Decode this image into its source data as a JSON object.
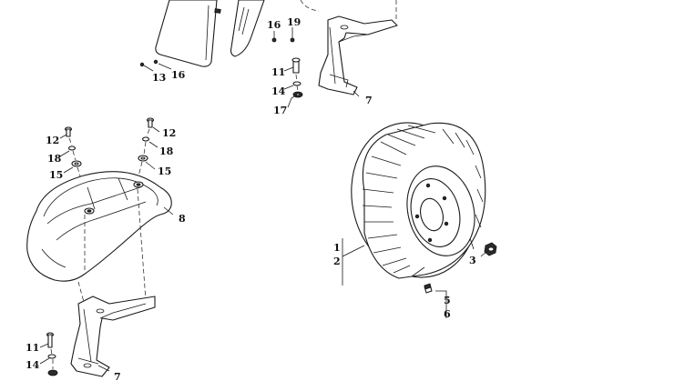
{
  "diagram": {
    "callouts": {
      "c1": "1",
      "c2": "2",
      "c3": "3",
      "c5": "5",
      "c6": "6",
      "c7_top": "7",
      "c7_bottom": "7",
      "c8": "8",
      "c11_top": "11",
      "c11_bottom": "11",
      "c12_left": "12",
      "c12_right": "12",
      "c13": "13",
      "c14_top": "14",
      "c14_bottom": "14",
      "c15_left": "15",
      "c15_right": "15",
      "c16_top": "16",
      "c16_mud": "16",
      "c17": "17",
      "c18_left": "18",
      "c18_right": "18",
      "c19": "19"
    },
    "colors": {
      "line": "#1a1a1a",
      "background": "#ffffff"
    }
  }
}
